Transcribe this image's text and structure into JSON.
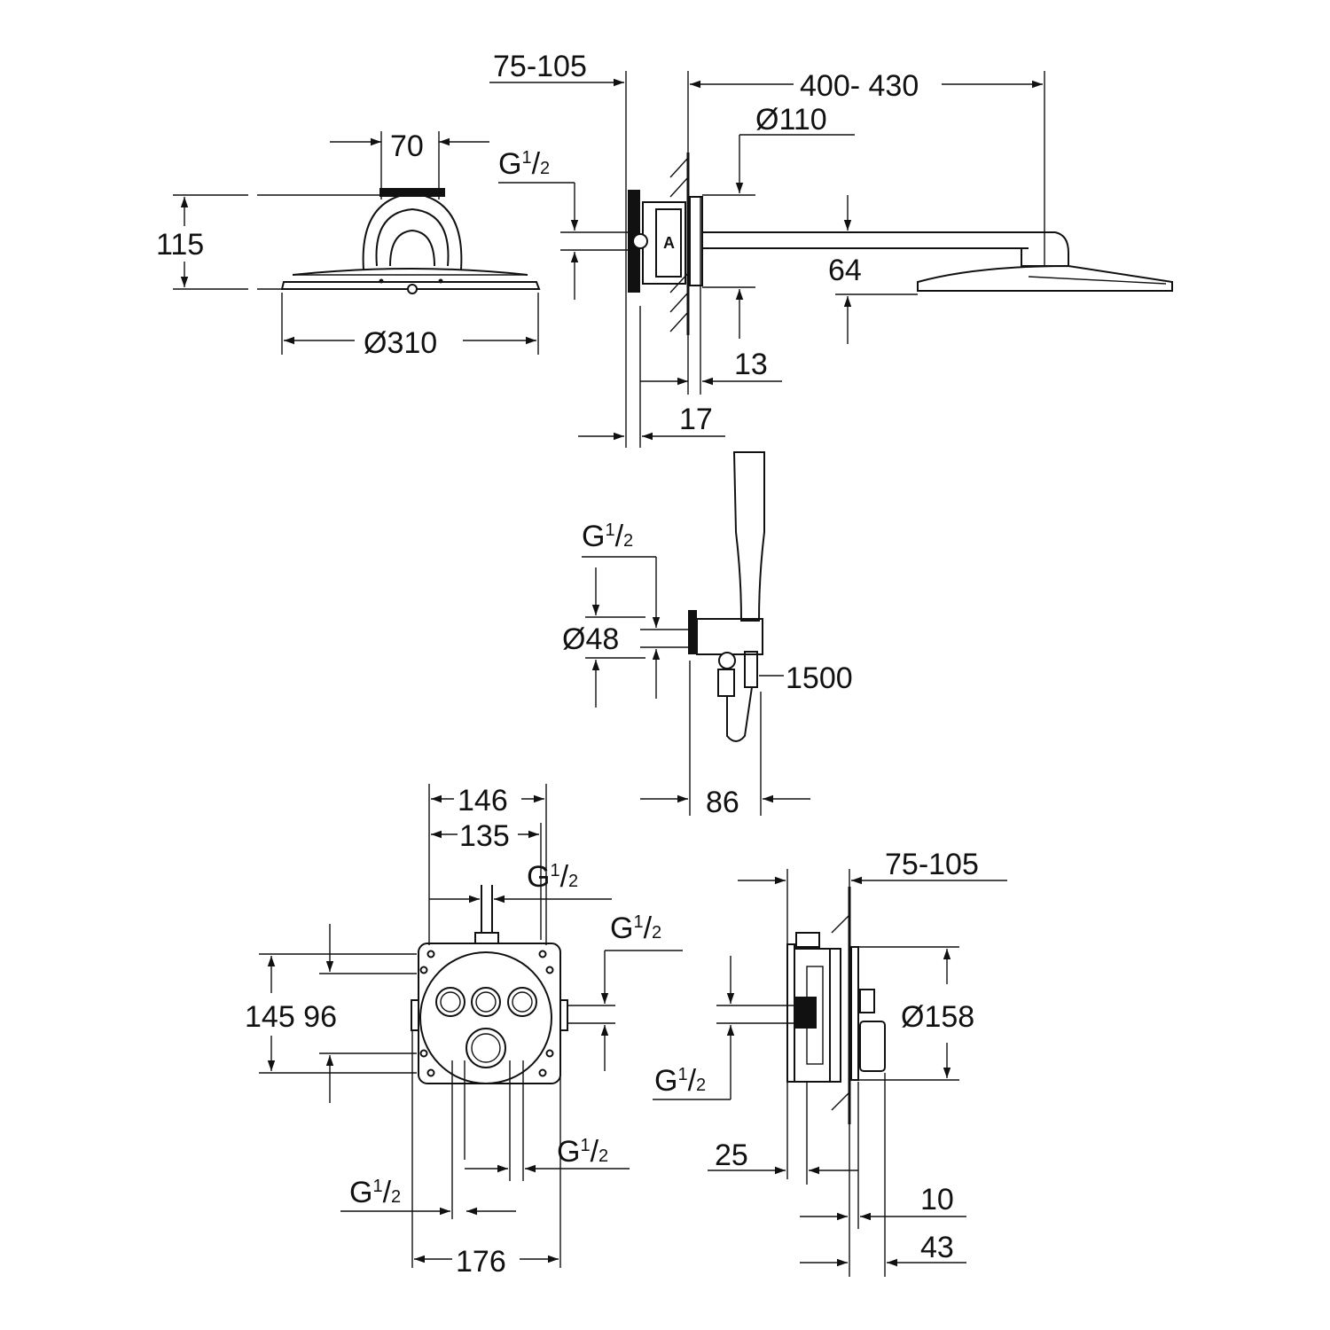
{
  "drawing": {
    "top_left": {
      "handle_width": "70",
      "height": "115",
      "head_diameter": "Ø310"
    },
    "top_right": {
      "wall_depth": "75-105",
      "arm_length": "400- 430",
      "flange_diameter": "Ø110",
      "thread": {
        "g": "G",
        "num": "1",
        "slash": "/",
        "den": "2"
      },
      "arm_drop": "64",
      "flange_depth": "13",
      "mount_depth": "17"
    },
    "middle": {
      "thread": {
        "g": "G",
        "num": "1",
        "slash": "/",
        "den": "2"
      },
      "outlet_diameter": "Ø48",
      "hose_length": "1500",
      "projection": "86"
    },
    "bottom_left": {
      "outer_width": "146",
      "inner_width": "135",
      "thread_top": {
        "g": "G",
        "num": "1",
        "slash": "/",
        "den": "2"
      },
      "thread_right": {
        "g": "G",
        "num": "1",
        "slash": "/",
        "den": "2"
      },
      "heights": "145 96",
      "thread_bottom_right": {
        "g": "G",
        "num": "1",
        "slash": "/",
        "den": "2"
      },
      "thread_bottom_left": {
        "g": "G",
        "num": "1",
        "slash": "/",
        "den": "2"
      },
      "total_width": "176"
    },
    "bottom_right": {
      "wall_depth": "75-105",
      "diameter": "Ø158",
      "thread": {
        "g": "G",
        "num": "1",
        "slash": "/",
        "den": "2"
      },
      "depth_25": "25",
      "depth_10": "10",
      "depth_43": "43"
    }
  }
}
